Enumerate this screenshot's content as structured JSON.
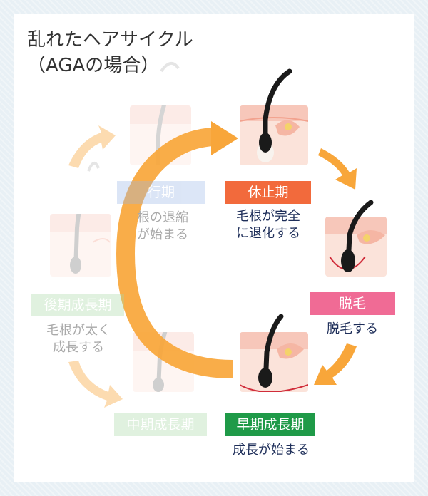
{
  "title": {
    "line1": "乱れたヘアサイクル",
    "line2": "（AGAの場合）"
  },
  "stages": {
    "kyushi": {
      "label": "休止期",
      "desc1": "毛根が完全",
      "desc2": "に退化する",
      "color": "#f26a3c"
    },
    "datsumo": {
      "label": "脱毛",
      "desc1": "脱毛する",
      "color": "#f06b95"
    },
    "soki": {
      "label": "早期成長期",
      "desc1": "成長が始まる",
      "color": "#1f9a48"
    },
    "chuki": {
      "label": "中期成長期",
      "color": "#a8d9a4"
    },
    "koki": {
      "label": "後期成長期",
      "desc1": "毛根が太く",
      "desc2": "成長する",
      "color": "#a8d9a4"
    },
    "ikouki": {
      "label": "行期",
      "desc1": "根の退縮",
      "desc2": "が始まる",
      "color": "#9bb7e8"
    }
  },
  "colors": {
    "arrow_orange": "#f8a63a",
    "arrow_light": "#fbc98a",
    "desc_active": "#1f2f5a",
    "desc_faded": "#a9a9a9"
  }
}
